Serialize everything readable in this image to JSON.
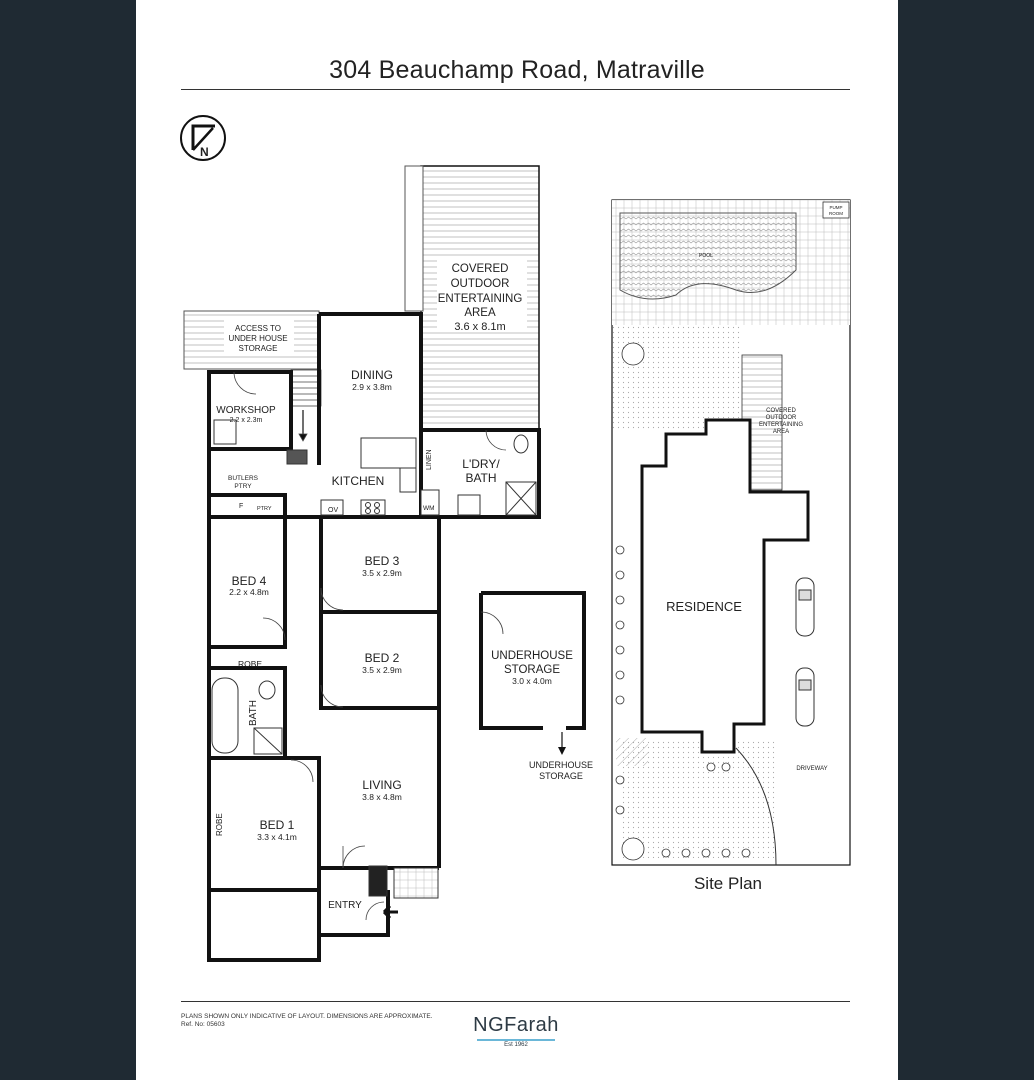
{
  "header": {
    "title": "304 Beauchamp Road, Matraville"
  },
  "rooms": {
    "covered_outdoor": {
      "name_lines": [
        "COVERED",
        "OUTDOOR",
        "ENTERTAINING",
        "AREA"
      ],
      "size": "3.6 x 8.1m"
    },
    "access_storage": {
      "name_lines": [
        "ACCESS TO",
        "UNDER HOUSE",
        "STORAGE"
      ]
    },
    "dining": {
      "name": "DINING",
      "size": "2.9 x 3.8m"
    },
    "workshop": {
      "name": "WORKSHOP",
      "size": "2.2 x 2.3m"
    },
    "kitchen": {
      "name": "KITCHEN"
    },
    "linen": {
      "name": "LINEN"
    },
    "laundry": {
      "name_lines": [
        "L'DRY/",
        "BATH"
      ]
    },
    "butlers": {
      "name_lines": [
        "BUTLERS",
        "PTRY"
      ],
      "f": "F",
      "ptry": "PTRY"
    },
    "ov": "OV",
    "wm": "WM",
    "bed4": {
      "name": "BED 4",
      "size": "2.2 x 4.8m"
    },
    "bed3": {
      "name": "BED 3",
      "size": "3.5 x 2.9m"
    },
    "bed2": {
      "name": "BED 2",
      "size": "3.5 x 2.9m"
    },
    "robe_bed4": "ROBE",
    "bath": "BATH",
    "underhouse": {
      "name_lines": [
        "UNDERHOUSE",
        "STORAGE"
      ],
      "size": "3.0 x 4.0m",
      "arrow_lines": [
        "UNDERHOUSE",
        "STORAGE"
      ]
    },
    "living": {
      "name": "LIVING",
      "size": "3.8 x 4.8m"
    },
    "bed1": {
      "name": "BED 1",
      "size": "3.3 x 4.1m"
    },
    "robe_bed1": "ROBE",
    "entry": "ENTRY"
  },
  "site_plan": {
    "caption": "Site Plan",
    "pool": "POOL",
    "pump_room_lines": [
      "PUMP",
      "ROOM"
    ],
    "outdoor_lines": [
      "COVERED",
      "OUTDOOR",
      "ENTERTAINING",
      "AREA"
    ],
    "residence": "RESIDENCE",
    "driveway": "DRIVEWAY"
  },
  "footer": {
    "disclaimer": "PLANS SHOWN ONLY INDICATIVE OF LAYOUT.  DIMENSIONS ARE APPROXIMATE.",
    "ref": "Ref. No: 05603",
    "brand": "NGFarah",
    "est": "Est 1962"
  },
  "compass": {
    "letter": "N"
  },
  "colors": {
    "background": "#1f2a33",
    "sheet": "#ffffff",
    "walls": "#111111",
    "brand_accent": "#6ab7d8"
  }
}
